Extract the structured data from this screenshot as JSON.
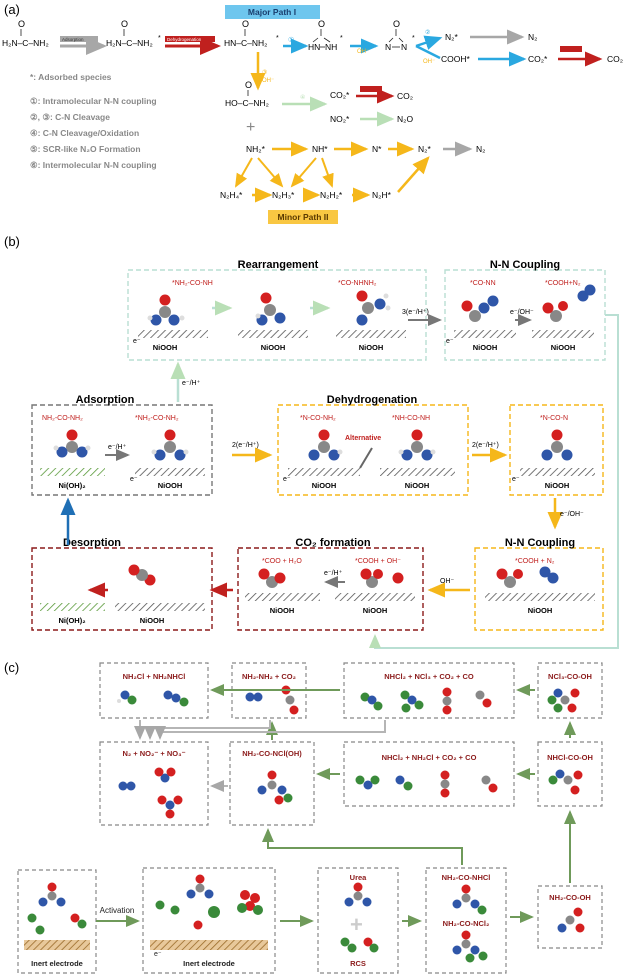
{
  "panel_a": {
    "label": "(a)",
    "major_path": "Major Path I",
    "minor_path": "Minor Path II",
    "urea": "H₂N–C–NH₂",
    "urea_ads": "H₂N–C–NH₂",
    "deprot": "HN–C–NH₂",
    "adsorption_tag": "Adsorption",
    "dehydro_tag": "Dehydrogenation",
    "N2": "N₂",
    "N2_ads": "N₂*",
    "COOH_ads": "COOH*",
    "CO2_ads": "CO₂*",
    "CO2": "CO₂",
    "carbamic": "HO–C–NH₂",
    "NH2": "NH₂*",
    "NH": "NH*",
    "N": "N*",
    "NO2": "NO₂*",
    "N2O": "N₂O",
    "N2H4": "N₂H₄*",
    "N2H3": "N₂H₃*",
    "N2H2": "N₂H₂*",
    "N2H": "N₂H*",
    "OH": "OH⁻",
    "legend": {
      "star": "*: Adsorbed species",
      "l1": "①: Intramolecular N-N coupling",
      "l2": "②, ③: C-N Cleavage",
      "l3": "④: C-N Cleavage/Oxidation",
      "l4": "⑤: SCR-like N₂O Formation",
      "l5": "⑥: Intermolecular N-N coupling"
    },
    "colors": {
      "blue": "#2aa8e0",
      "orange": "#f5b71a",
      "green": "#b9dfb6",
      "red": "#c0201e",
      "grey": "#a7a7a7",
      "badge_blue": "#6ec6ee",
      "badge_orange": "#f9c742"
    }
  },
  "panel_b": {
    "label": "(b)",
    "rearrangement": "Rearrangement",
    "nn_coupling": "N-N Coupling",
    "adsorption": "Adsorption",
    "dehydrogenation": "Dehydrogenation",
    "desorption": "Desorption",
    "co2_formation": "CO₂ formation",
    "species": {
      "nh2_co_nh": "*NH₂-CO-NH",
      "co_nhnh2": "*CO-NHNH₂",
      "co_nn": "*CO-NN",
      "cooh_n2": "*COOH+N₂",
      "nh2_co_nh2": "NH₂-CO-NH₂",
      "nh2_co_nh2_ads": "*NH₂-CO-NH₂",
      "n_co_nh2": "*N-CO-NH₂",
      "nh_co_nh": "*NH-CO-NH",
      "n_co_n": "*N-CO-N",
      "cooh_n2_b": "*COOH + N₂",
      "cooh_oh": "*COOH + OH⁻",
      "coo_h2o": "*COO + H₂O"
    },
    "surface_niooh": "NiOOH",
    "surface_nioh2": "Ni(OH)₂",
    "alternative": "Alternative",
    "steps": {
      "eh": "e⁻/H⁺",
      "three_eh": "3(e⁻/H⁺)",
      "e_oh": "e⁻/OH⁻",
      "two_eh": "2(e⁻/H⁺)",
      "oh_minus": "OH⁻",
      "e_minus": "e⁻"
    }
  },
  "panel_c": {
    "label": "(c)",
    "boxes": {
      "nh2cl_nh2nhcl": "NH₂Cl + NH₂NHCl",
      "nh2nh2_co2": "NH₂-NH₂ + CO₂",
      "nhcl2_ncl3": "NHCl₂ + NCl₃ + CO₂ + CO",
      "ncl3_co_oh": "NCl₃-CO-OH",
      "n2_no2_no3": "N₂ + NO₂⁻ + NO₃⁻",
      "nh2_co_ncl_oh": "NH₂-CO-NCl(OH)",
      "nhcl2_nh2cl": "NHCl₂ + NH₂Cl + CO₂ + CO",
      "nhcl_co_oh": "NHCl-CO-OH",
      "nh2_co_nhcl": "NH₂-CO-NHCl",
      "nh2_co_ncl2": "NH₂-CO-NCl₂",
      "nh2_co_oh": "NH₂-CO-OH",
      "urea": "Urea",
      "rcs": "RCS",
      "inert1": "Inert electrode",
      "inert2": "Inert electrode",
      "activation": "Activation",
      "e_minus": "e⁻"
    },
    "colors": {
      "dark_red": "#8b1a1a",
      "green_arrow": "#6f9a5a",
      "grey_arrow": "#b5b5b5"
    }
  }
}
